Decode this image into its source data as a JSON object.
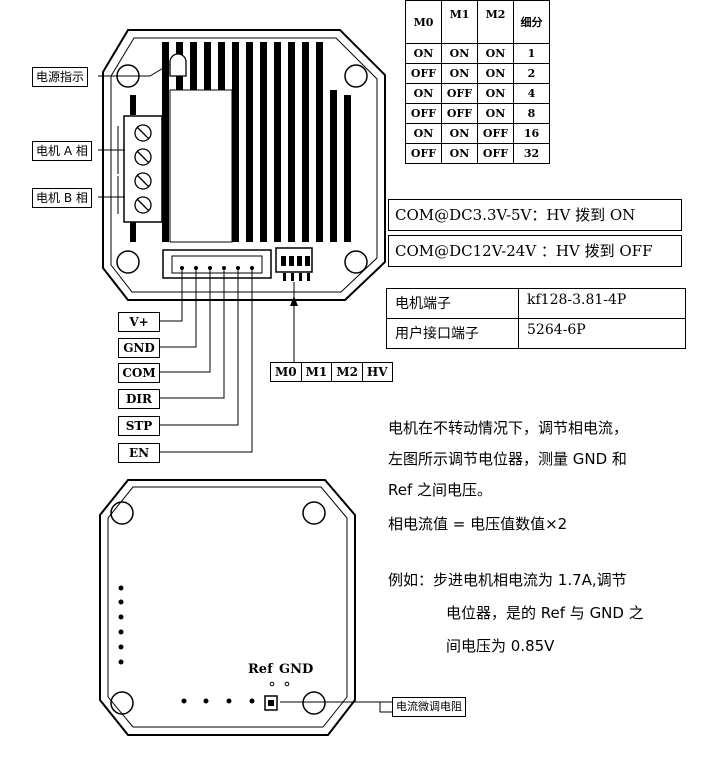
{
  "labels": {
    "power_indicator": "电源指示",
    "motor_a_phase": "电机 A 相",
    "motor_b_phase": "电机 B 相",
    "current_trim": "电流微调电阻",
    "ref": "Ref",
    "gnd": "GND"
  },
  "signal_pins": [
    "V+",
    "GND",
    "COM",
    "DIR",
    "STP",
    "EN"
  ],
  "dip_pins": [
    "M0",
    "M1",
    "M2",
    "HV"
  ],
  "microstep_table": {
    "headers": [
      "M0",
      "M1",
      "M2",
      "细分"
    ],
    "rows": [
      [
        "ON",
        "ON",
        "ON",
        "1"
      ],
      [
        "OFF",
        "ON",
        "ON",
        "2"
      ],
      [
        "ON",
        "OFF",
        "ON",
        "4"
      ],
      [
        "OFF",
        "OFF",
        "ON",
        "8"
      ],
      [
        "ON",
        "ON",
        "OFF",
        "16"
      ],
      [
        "OFF",
        "ON",
        "OFF",
        "32"
      ]
    ]
  },
  "hv_notes": [
    "COM@DC3.3V-5V：HV 拨到 ON",
    "COM@DC12V-24V ：HV 拨到 OFF"
  ],
  "terminals": [
    {
      "name": "电机端子",
      "model": "kf128-3.81-4P"
    },
    {
      "name": "用户接口端子",
      "model": "5264-6P"
    }
  ],
  "description": {
    "line1": "电机在不转动情况下，调节相电流，",
    "line2": "左图所示调节电位器，测量 GND 和",
    "line3": "Ref 之间电压。",
    "formula": "相电流值 = 电压值数值×2",
    "example1": "例如：步进电机相电流为 1.7A,调节",
    "example2": "电位器，是的 Ref 与 GND 之",
    "example3": "间电压为 0.85V"
  }
}
